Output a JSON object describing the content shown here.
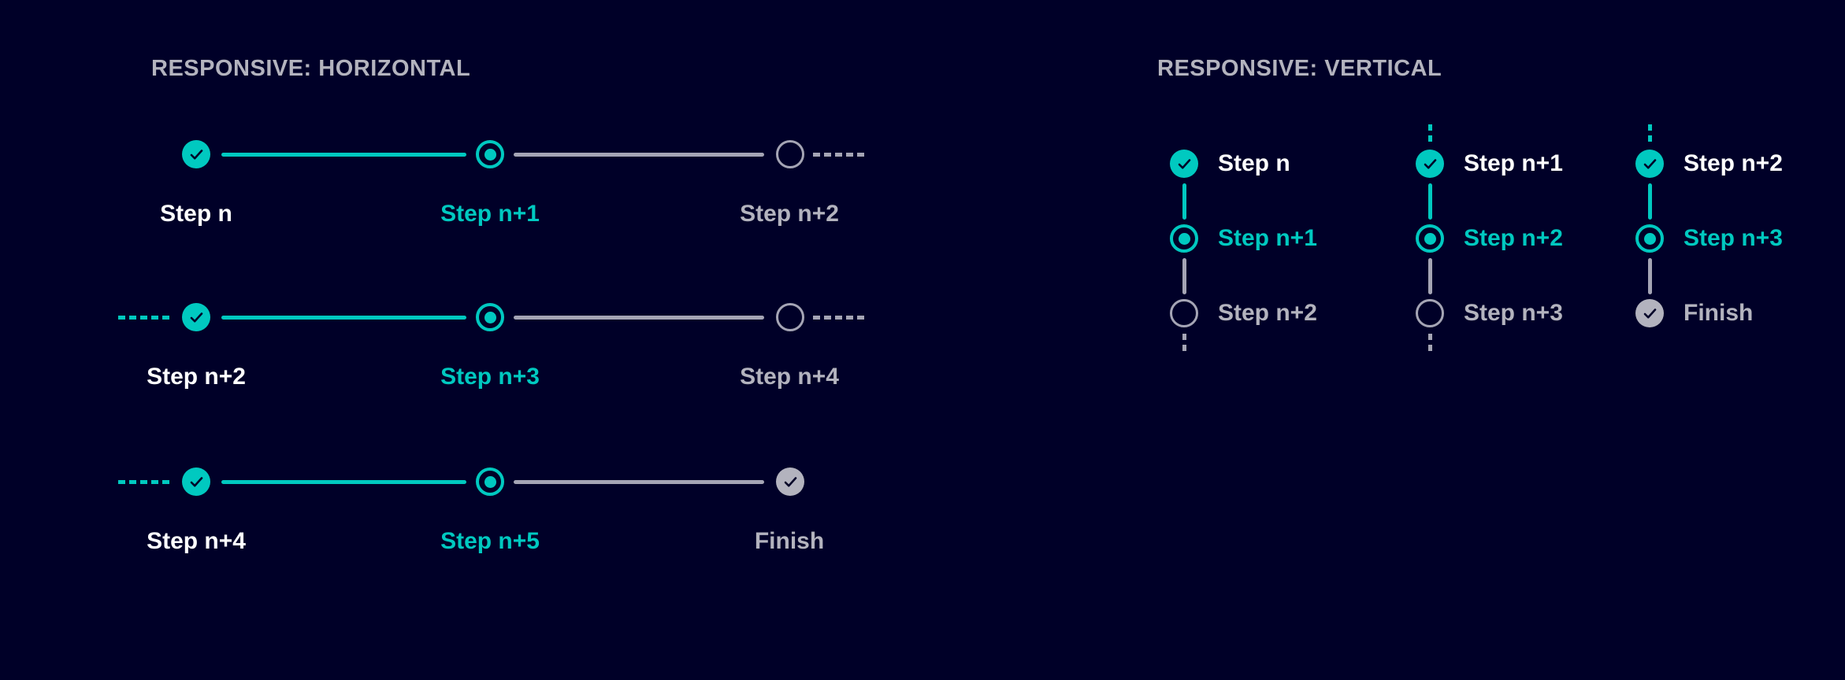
{
  "colors": {
    "background": "#000028",
    "accent_teal": "#00c9c0",
    "inactive_gray": "#a5a5b5",
    "text_gray": "#b3b3be",
    "text_white": "#ffffff",
    "check_on_fill": "#000028"
  },
  "sections": {
    "horizontal": {
      "title": "RESPONSIVE: HORIZONTAL",
      "rows": [
        {
          "leading_dashes": false,
          "trailing_dashes": true,
          "steps": [
            {
              "label": "Step n",
              "state": "done"
            },
            {
              "label": "Step n+1",
              "state": "current"
            },
            {
              "label": "Step n+2",
              "state": "open"
            }
          ]
        },
        {
          "leading_dashes": true,
          "trailing_dashes": true,
          "steps": [
            {
              "label": "Step n+2",
              "state": "done"
            },
            {
              "label": "Step n+3",
              "state": "current"
            },
            {
              "label": "Step n+4",
              "state": "open"
            }
          ]
        },
        {
          "leading_dashes": true,
          "trailing_dashes": false,
          "steps": [
            {
              "label": "Step n+4",
              "state": "done"
            },
            {
              "label": "Step n+5",
              "state": "current"
            },
            {
              "label": "Finish",
              "state": "done-disabled"
            }
          ]
        }
      ]
    },
    "vertical": {
      "title": "RESPONSIVE: VERTICAL",
      "columns": [
        {
          "leading_dashes": false,
          "trailing_dashes": true,
          "steps": [
            {
              "label": "Step n",
              "state": "done"
            },
            {
              "label": "Step n+1",
              "state": "current"
            },
            {
              "label": "Step n+2",
              "state": "open"
            }
          ]
        },
        {
          "leading_dashes": true,
          "trailing_dashes": true,
          "steps": [
            {
              "label": "Step n+1",
              "state": "done"
            },
            {
              "label": "Step n+2",
              "state": "current"
            },
            {
              "label": "Step n+3",
              "state": "open"
            }
          ]
        },
        {
          "leading_dashes": true,
          "trailing_dashes": false,
          "steps": [
            {
              "label": "Step n+2",
              "state": "done"
            },
            {
              "label": "Step n+3",
              "state": "current"
            },
            {
              "label": "Finish",
              "state": "done-disabled"
            }
          ]
        }
      ]
    }
  }
}
